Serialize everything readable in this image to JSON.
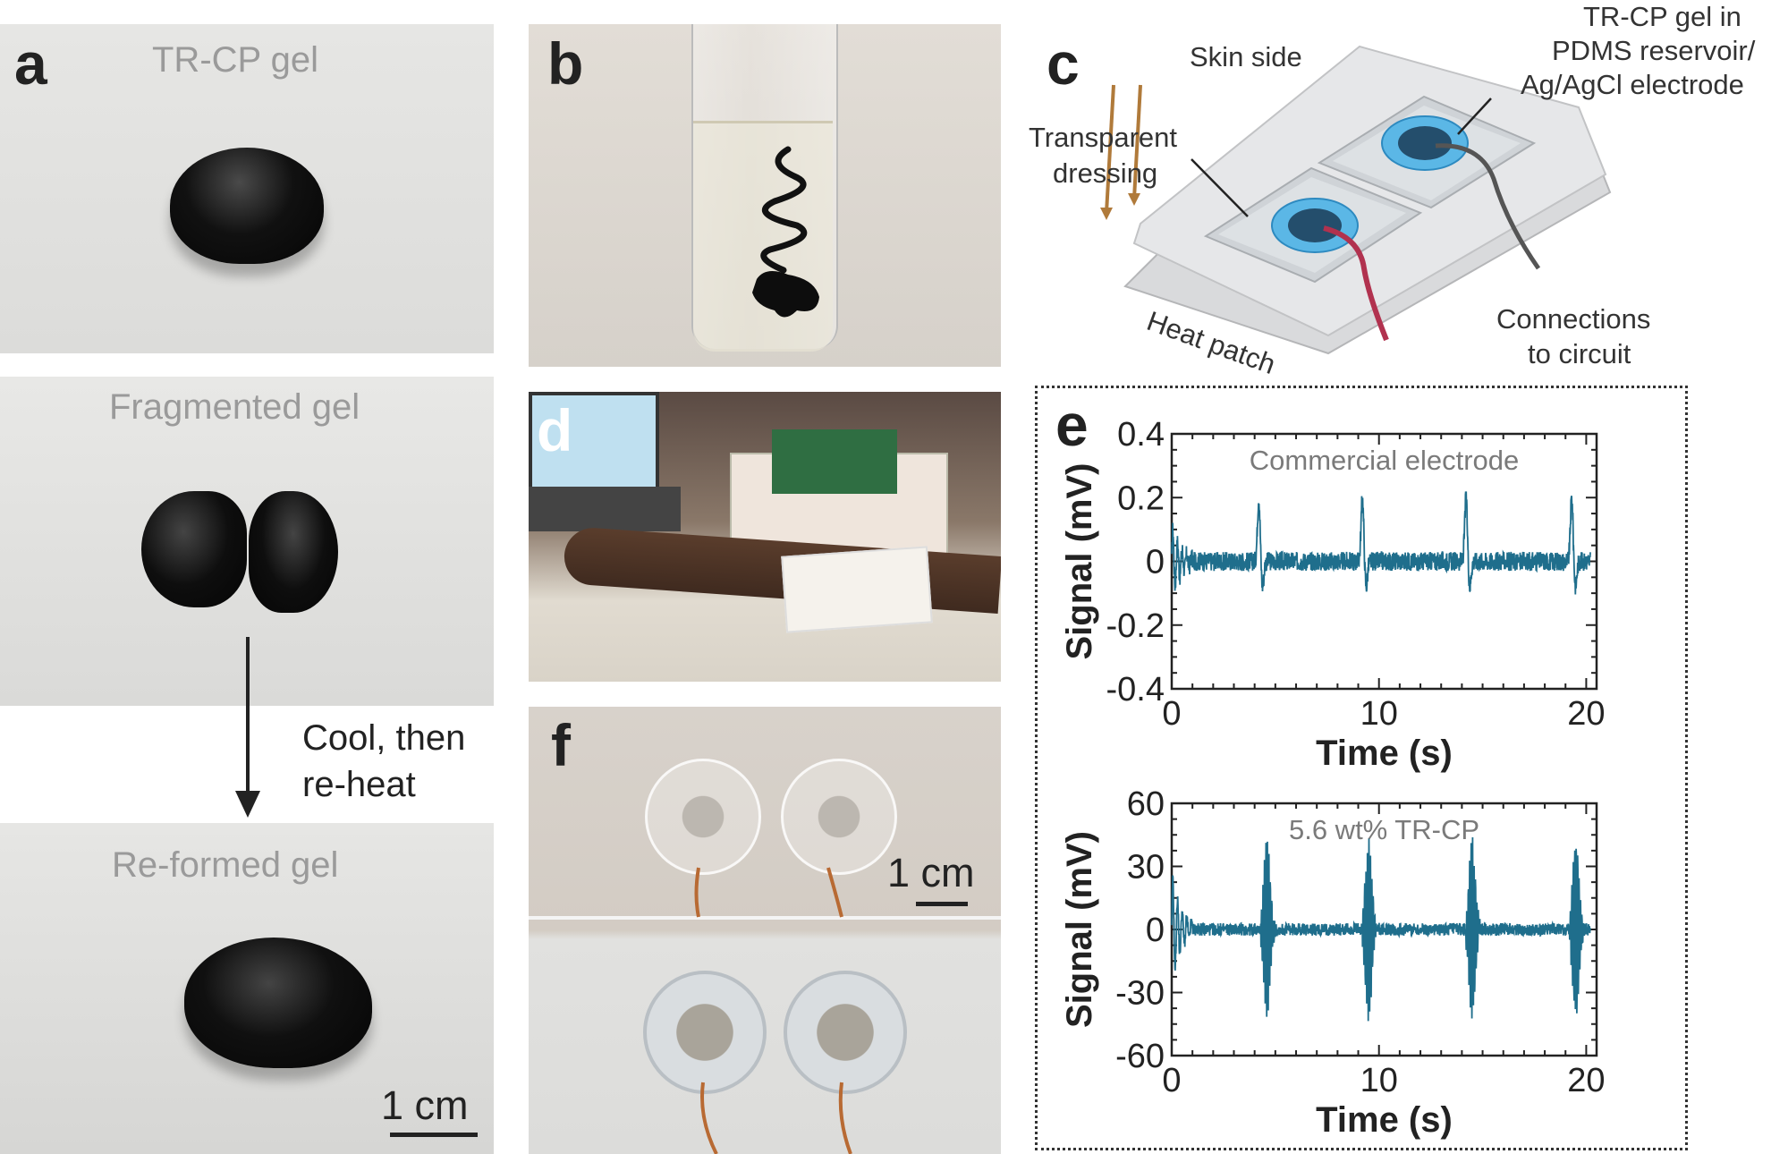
{
  "panels": {
    "a": {
      "label": "a",
      "photo1_caption": "TR-CP gel",
      "photo2_caption": "Fragmented gel",
      "photo3_caption": "Re-formed gel",
      "arrow_text_line1": "Cool, then",
      "arrow_text_line2": "re-heat",
      "scalebar": "1 cm"
    },
    "b": {
      "label": "b"
    },
    "c": {
      "label": "c",
      "skin_side": "Skin side",
      "transparent_dressing_line1": "Transparent",
      "transparent_dressing_line2": "dressing",
      "gel_line1": "TR-CP gel in",
      "gel_line2": "PDMS reservoir/",
      "gel_line3": "Ag/AgCl electrode",
      "heat_patch": "Heat patch",
      "connections_line1": "Connections",
      "connections_line2": "to circuit"
    },
    "d": {
      "label": "d"
    },
    "e": {
      "label": "e"
    },
    "f": {
      "label": "f",
      "scalebar": "1 cm"
    }
  },
  "chart_data": [
    {
      "type": "line",
      "annotation": "Commercial electrode",
      "xlabel": "Time (s)",
      "ylabel": "Signal (mV)",
      "xlim": [
        0,
        20.5
      ],
      "ylim": [
        -0.4,
        0.4
      ],
      "xticks": [
        "0",
        "10",
        "20"
      ],
      "yticks": [
        "0.4",
        "0.2",
        "0",
        "-0.2",
        "-0.4"
      ],
      "line_color": "#1f6e8c",
      "peak_times": [
        4.2,
        9.2,
        14.2,
        19.3
      ],
      "peak_amplitude": 0.2,
      "noise_amplitude": 0.03
    },
    {
      "type": "line",
      "annotation": "5.6 wt% TR-CP",
      "xlabel": "Time (s)",
      "ylabel": "Signal (mV)",
      "xlim": [
        0,
        20.5
      ],
      "ylim": [
        -60,
        60
      ],
      "xticks": [
        "0",
        "10",
        "20"
      ],
      "yticks": [
        "60",
        "30",
        "0",
        "-30",
        "-60"
      ],
      "line_color": "#1f6e8c",
      "peak_times": [
        4.6,
        9.5,
        14.5,
        19.5
      ],
      "peak_amplitude": 48,
      "noise_amplitude": 3
    }
  ]
}
